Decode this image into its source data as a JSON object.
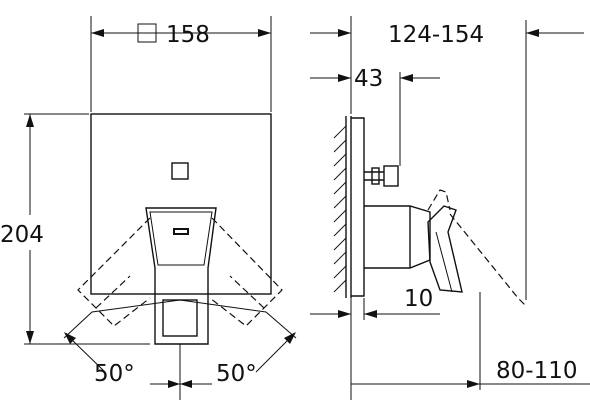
{
  "front_view": {
    "width_symbol": "square-symbol",
    "width_value": "158",
    "height_value": "204",
    "angle_left": "50°",
    "angle_right": "50°"
  },
  "side_view": {
    "projection_range": "124-154",
    "rough_in_depth": "43",
    "spout_offset": "10",
    "lever_range": "80-110"
  }
}
